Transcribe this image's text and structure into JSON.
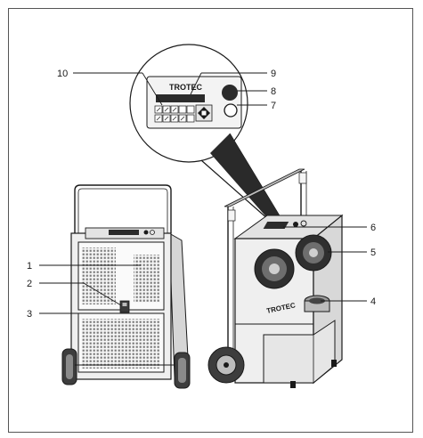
{
  "callouts": {
    "c1": "1",
    "c2": "2",
    "c3": "3",
    "c4": "4",
    "c5": "5",
    "c6": "6",
    "c7": "7",
    "c8": "8",
    "c9": "9",
    "c10": "10"
  },
  "panel": {
    "brand": "TROTEC"
  },
  "colors": {
    "line": "#1a1a1a",
    "body_light": "#eeeeee",
    "body_mid": "#cfcfcf",
    "body_dark": "#8c8c8c",
    "display": "#2b2b2b"
  }
}
